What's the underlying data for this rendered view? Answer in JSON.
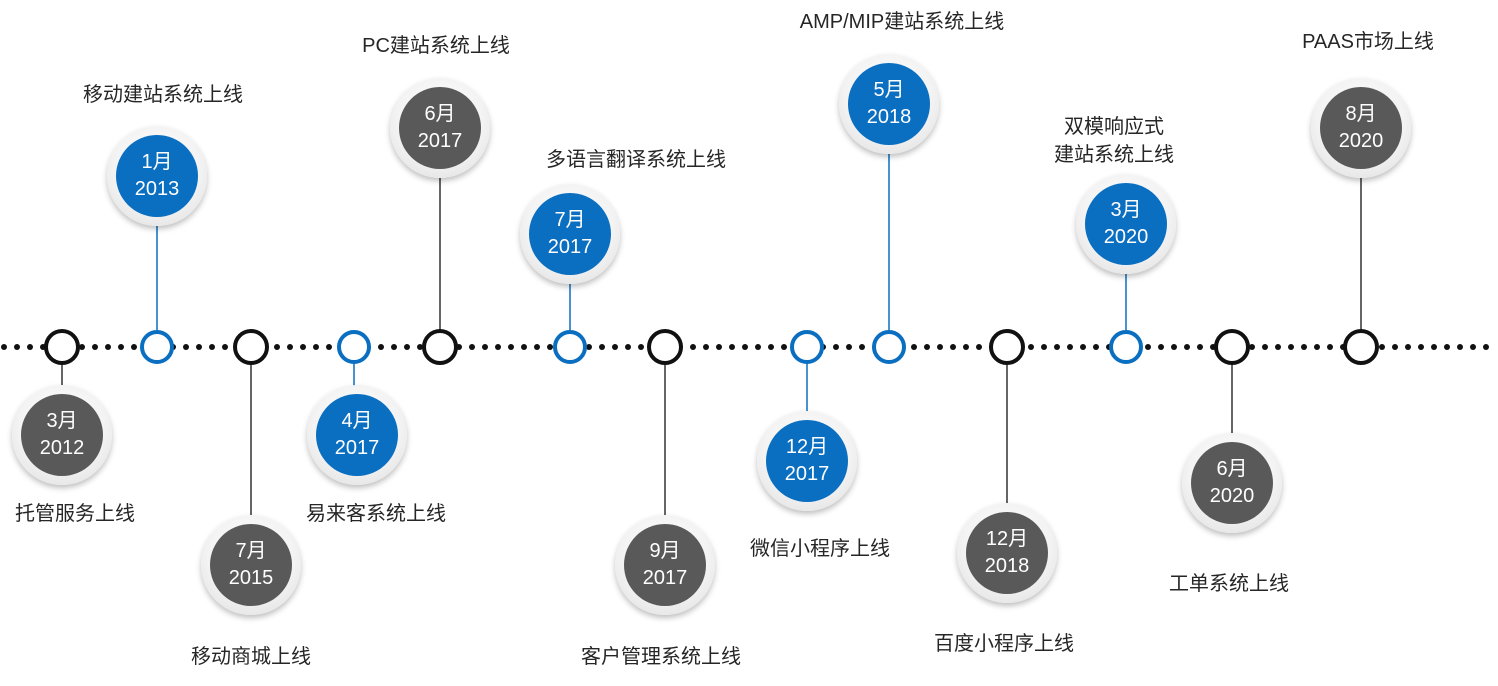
{
  "colors": {
    "blue": "#0a6ec1",
    "dark": "#595959",
    "black": "#111111",
    "text": "#262626"
  },
  "milestones": [
    {
      "month": "3月",
      "year": "2012",
      "title": "托管服务上线",
      "color": "dark"
    },
    {
      "month": "1月",
      "year": "2013",
      "title": "移动建站系统上线",
      "color": "blue"
    },
    {
      "month": "7月",
      "year": "2015",
      "title": "移动商城上线",
      "color": "dark"
    },
    {
      "month": "4月",
      "year": "2017",
      "title": "易来客系统上线",
      "color": "blue"
    },
    {
      "month": "6月",
      "year": "2017",
      "title": "PC建站系统上线",
      "color": "dark"
    },
    {
      "month": "7月",
      "year": "2017",
      "title": "多语言翻译系统上线",
      "color": "blue"
    },
    {
      "month": "9月",
      "year": "2017",
      "title": "客户管理系统上线",
      "color": "dark"
    },
    {
      "month": "12月",
      "year": "2017",
      "title": "微信小程序上线",
      "color": "blue"
    },
    {
      "month": "5月",
      "year": "2018",
      "title": "AMP/MIP建站系统上线",
      "color": "blue"
    },
    {
      "month": "12月",
      "year": "2018",
      "title": "百度小程序上线",
      "color": "dark"
    },
    {
      "month": "3月",
      "year": "2020",
      "title": "双模响应式建站系统上线",
      "title_lines": [
        "双模响应式",
        "建站系统上线"
      ],
      "color": "blue"
    },
    {
      "month": "6月",
      "year": "2020",
      "title": "工单系统上线",
      "color": "dark"
    },
    {
      "month": "8月",
      "year": "2020",
      "title": "PAAS市场上线",
      "color": "dark"
    }
  ]
}
